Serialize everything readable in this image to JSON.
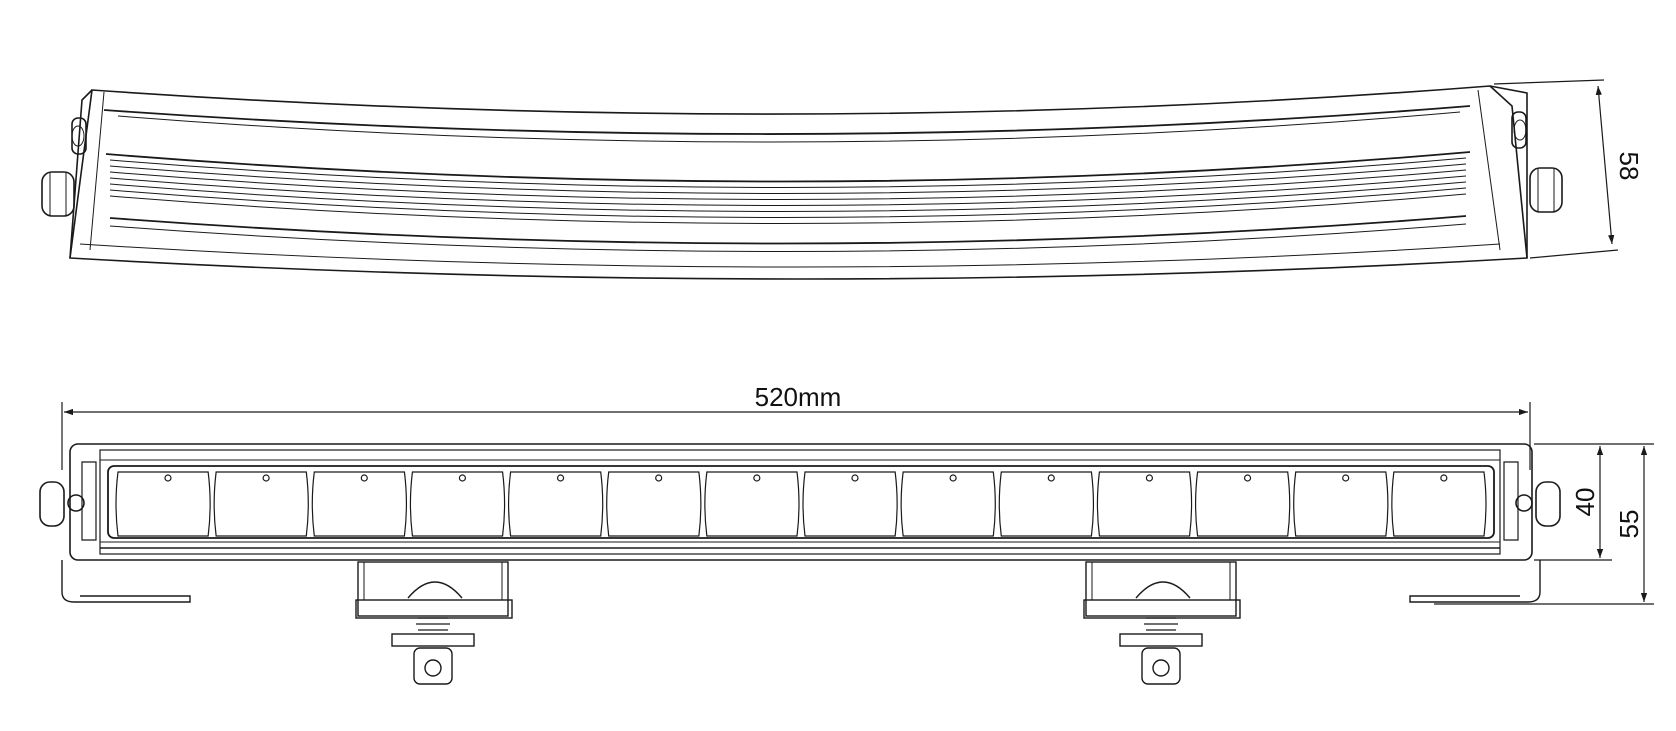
{
  "dimensions": {
    "width_label": "520mm",
    "depth_label": "58",
    "height_inner_label": "40",
    "height_total_label": "55"
  },
  "colors": {
    "line": "#1a1a1a",
    "background": "#ffffff"
  }
}
